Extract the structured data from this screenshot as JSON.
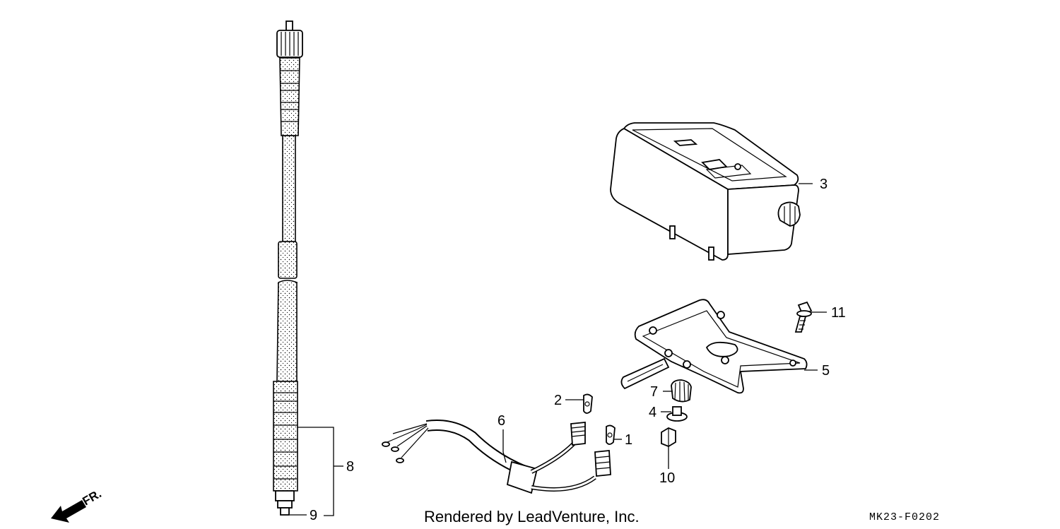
{
  "diagram": {
    "part_labels": [
      "1",
      "2",
      "3",
      "4",
      "5",
      "6",
      "7",
      "8",
      "9",
      "10",
      "11"
    ],
    "direction_label": "FR.",
    "credit": "Rendered by LeadVenture, Inc.",
    "code": "MK23-F0202"
  },
  "icons": {
    "direction": "front-arrow-icon"
  },
  "colors": {
    "ink": "#000000",
    "paper": "#ffffff"
  }
}
